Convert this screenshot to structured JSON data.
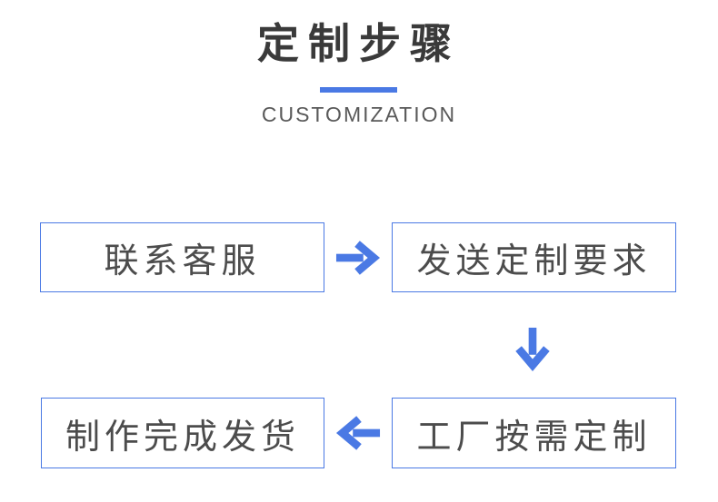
{
  "header": {
    "title": "定制步骤",
    "subtitle": "CUSTOMIZATION"
  },
  "flow": {
    "steps": [
      {
        "label": "联系客服"
      },
      {
        "label": "发送定制要求"
      },
      {
        "label": "工厂按需定制"
      },
      {
        "label": "制作完成发货"
      }
    ],
    "arrows": [
      {
        "icon": "arrow-right-icon",
        "direction": "right"
      },
      {
        "icon": "arrow-down-icon",
        "direction": "down"
      },
      {
        "icon": "arrow-left-icon",
        "direction": "left"
      }
    ]
  },
  "colors": {
    "page_bg": "#ffffff",
    "accent": "#4a79e4",
    "title_text": "#3a3a3a",
    "subtitle_text": "#595959",
    "step_text": "#4c4c4c"
  }
}
